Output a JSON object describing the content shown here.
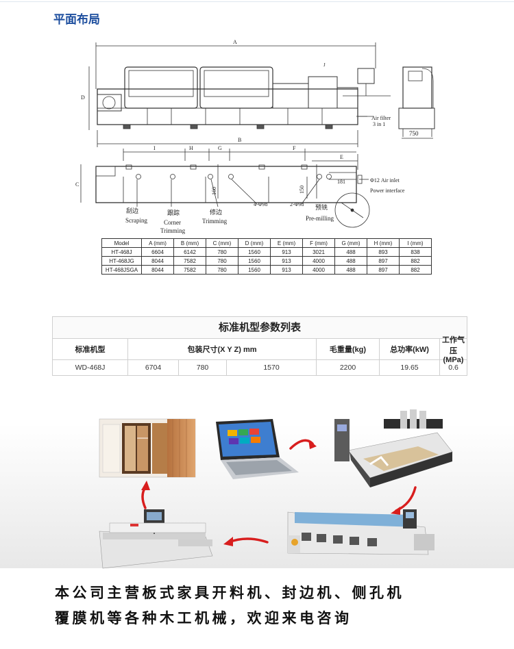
{
  "section_title": "平面布局",
  "drawing": {
    "dim_labels": [
      "A",
      "B",
      "C",
      "D",
      "E",
      "F",
      "G",
      "H",
      "I",
      "750",
      "160",
      "150",
      "181"
    ],
    "annotations": {
      "air_filter": [
        "Air filter",
        "3 in 1"
      ],
      "air_inlet": "Φ12 Air inlet",
      "power": "Power interface",
      "hole1": "4-Φ98",
      "hole2": "2-Φ98",
      "marker": "J"
    },
    "stations": [
      {
        "cn": "刮边",
        "en": [
          "Scraping"
        ]
      },
      {
        "cn": "跟踪",
        "en": [
          "Corner",
          "Trimming"
        ]
      },
      {
        "cn": "修边",
        "en": [
          "Trimming"
        ]
      },
      {
        "cn": "预铣",
        "en": [
          "Pre-milling"
        ]
      }
    ]
  },
  "dimension_table": {
    "headers": [
      "Model",
      "A (mm)",
      "B (mm)",
      "C (mm)",
      "D (mm)",
      "E (mm)",
      "F (mm)",
      "G (mm)",
      "H (mm)",
      "I (mm)"
    ],
    "rows": [
      [
        "HT-468J",
        "6604",
        "6142",
        "780",
        "1560",
        "913",
        "3021",
        "488",
        "893",
        "838"
      ],
      [
        "HT-468JG",
        "8044",
        "7582",
        "780",
        "1560",
        "913",
        "4000",
        "488",
        "897",
        "882"
      ],
      [
        "HT-468JSGA",
        "8044",
        "7582",
        "780",
        "1560",
        "913",
        "4000",
        "488",
        "897",
        "882"
      ]
    ]
  },
  "param_table": {
    "title": "标准机型参数列表",
    "headers": [
      "标准机型",
      "包装尺寸(X Y Z) mm",
      "毛重量(kg)",
      "总功率(kW)",
      "工作气压(MPa)"
    ],
    "row": {
      "model": "WD-468J",
      "x": "6704",
      "y": "780",
      "z": "1570",
      "weight": "2200",
      "power": "19.65",
      "pressure": "0.6"
    }
  },
  "colors": {
    "title_blue": "#1d4e9e",
    "arrow_red": "#d81e1e",
    "line": "#333333"
  },
  "slogan": [
    "本公司主营板式家具开料机、封边机、侧孔机",
    "覆膜机等各种木工机械，欢迎来电咨询"
  ]
}
